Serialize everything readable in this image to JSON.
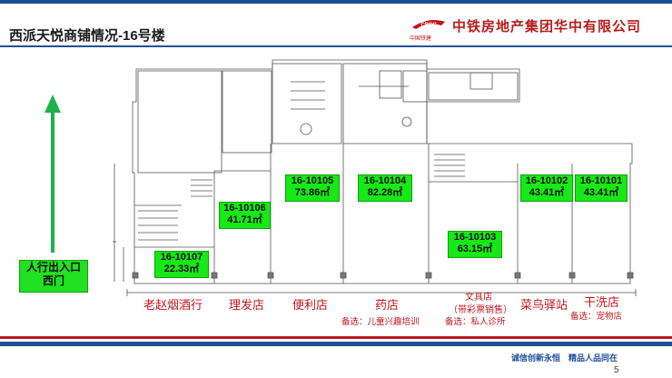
{
  "header": {
    "title": "西派天悦商铺情况-16号楼",
    "logo_mark_text": "中国铁建",
    "company": "中铁房地产集团华中有限公司"
  },
  "entrance": {
    "line1": "人行出入口",
    "line2": "西门"
  },
  "units": [
    {
      "id": "16-10107",
      "area": "22.33㎡"
    },
    {
      "id": "16-10106",
      "area": "41.71㎡"
    },
    {
      "id": "16-10105",
      "area": "73.86㎡"
    },
    {
      "id": "16-10104",
      "area": "82.28㎡"
    },
    {
      "id": "16-10103",
      "area": "63.15㎡"
    },
    {
      "id": "16-10102",
      "area": "43.41㎡"
    },
    {
      "id": "16-10101",
      "area": "43.41㎡"
    }
  ],
  "shops": [
    "老赵烟酒行",
    "理发店",
    "便利店",
    "药店",
    "文具店",
    "（带彩票销售）",
    "菜鸟驿站",
    "干洗店"
  ],
  "alternatives": [
    "备选：儿童兴趣培训",
    "备选：私人诊所",
    "备选：宠物店"
  ],
  "footer": {
    "slogan": "诚信创新永恒　精品人品同在",
    "page": "5"
  },
  "colors": {
    "brand_blue": "#1f4e9a",
    "brand_red": "#c0161c",
    "unit_green": "#17e817",
    "arrow_green": "#1bb34a"
  }
}
